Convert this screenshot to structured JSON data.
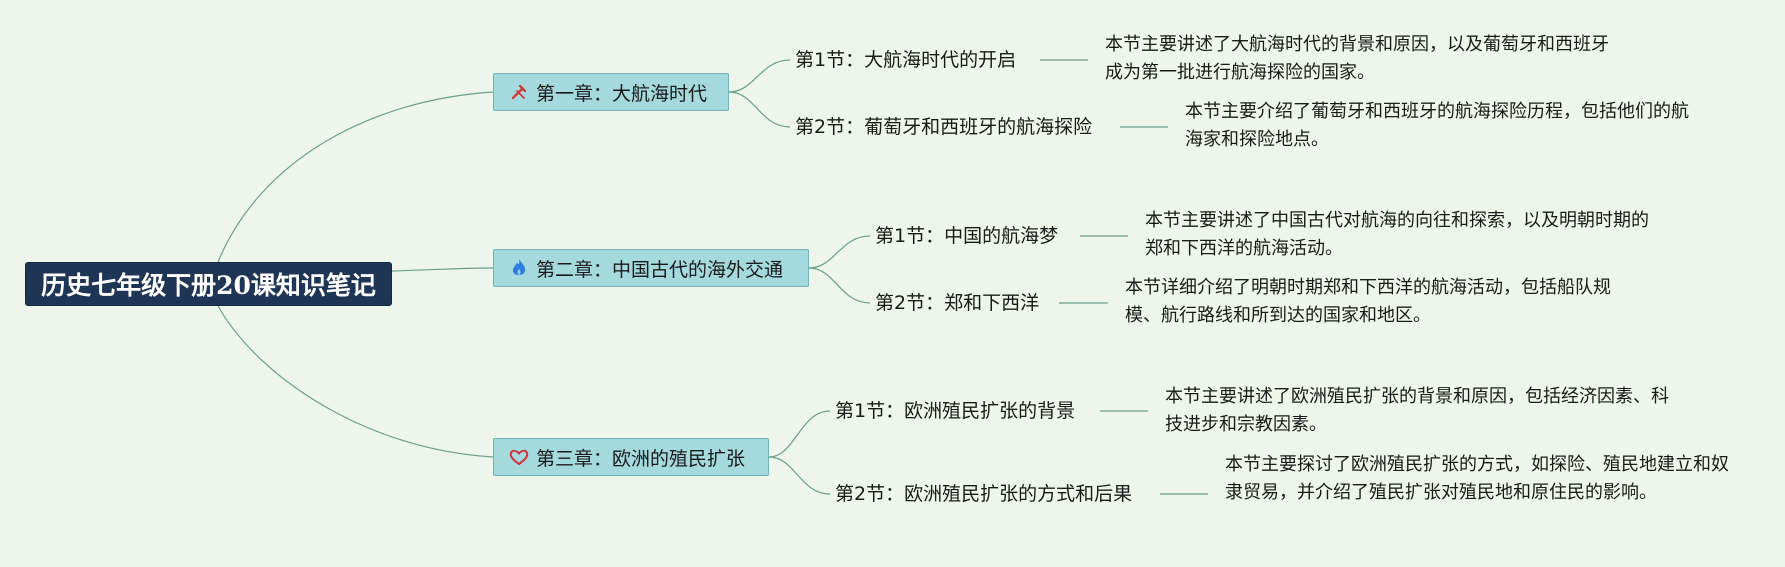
{
  "root": {
    "title": "历史七年级下册20课知识笔记"
  },
  "chapters": [
    {
      "title": "第一章：大航海时代",
      "icon": "tools-icon",
      "sections": [
        {
          "title": "第1节：大航海时代的开启",
          "desc": "本节主要讲述了大航海时代的背景和原因，以及葡萄牙和西班牙成为第一批进行航海探险的国家。"
        },
        {
          "title": "第2节：葡萄牙和西班牙的航海探险",
          "desc": "本节主要介绍了葡萄牙和西班牙的航海探险历程，包括他们的航海家和探险地点。"
        }
      ]
    },
    {
      "title": "第二章：中国古代的海外交通",
      "icon": "fire-icon",
      "sections": [
        {
          "title": "第1节：中国的航海梦",
          "desc": "本节主要讲述了中国古代对航海的向往和探索，以及明朝时期的郑和下西洋的航海活动。"
        },
        {
          "title": "第2节：郑和下西洋",
          "desc": "本节详细介绍了明朝时期郑和下西洋的航海活动，包括船队规模、航行路线和所到达的国家和地区。"
        }
      ]
    },
    {
      "title": "第三章：欧洲的殖民扩张",
      "icon": "heart-icon",
      "sections": [
        {
          "title": "第1节：欧洲殖民扩张的背景",
          "desc": "本节主要讲述了欧洲殖民扩张的背景和原因，包括经济因素、科技进步和宗教因素。"
        },
        {
          "title": "第2节：欧洲殖民扩张的方式和后果",
          "desc": "本节主要探讨了欧洲殖民扩张的方式，如探险、殖民地建立和奴隶贸易，并介绍了殖民扩张对殖民地和原住民的影响。"
        }
      ]
    }
  ],
  "colors": {
    "background": "#eef5ea",
    "root_fill": "#1f3556",
    "chapter_fill": "#a4d9dd",
    "connector": "#6aa090",
    "tools_icon": "#d23a3a",
    "fire_icon": "#2f7fe0",
    "heart_icon": "#d2343b"
  }
}
